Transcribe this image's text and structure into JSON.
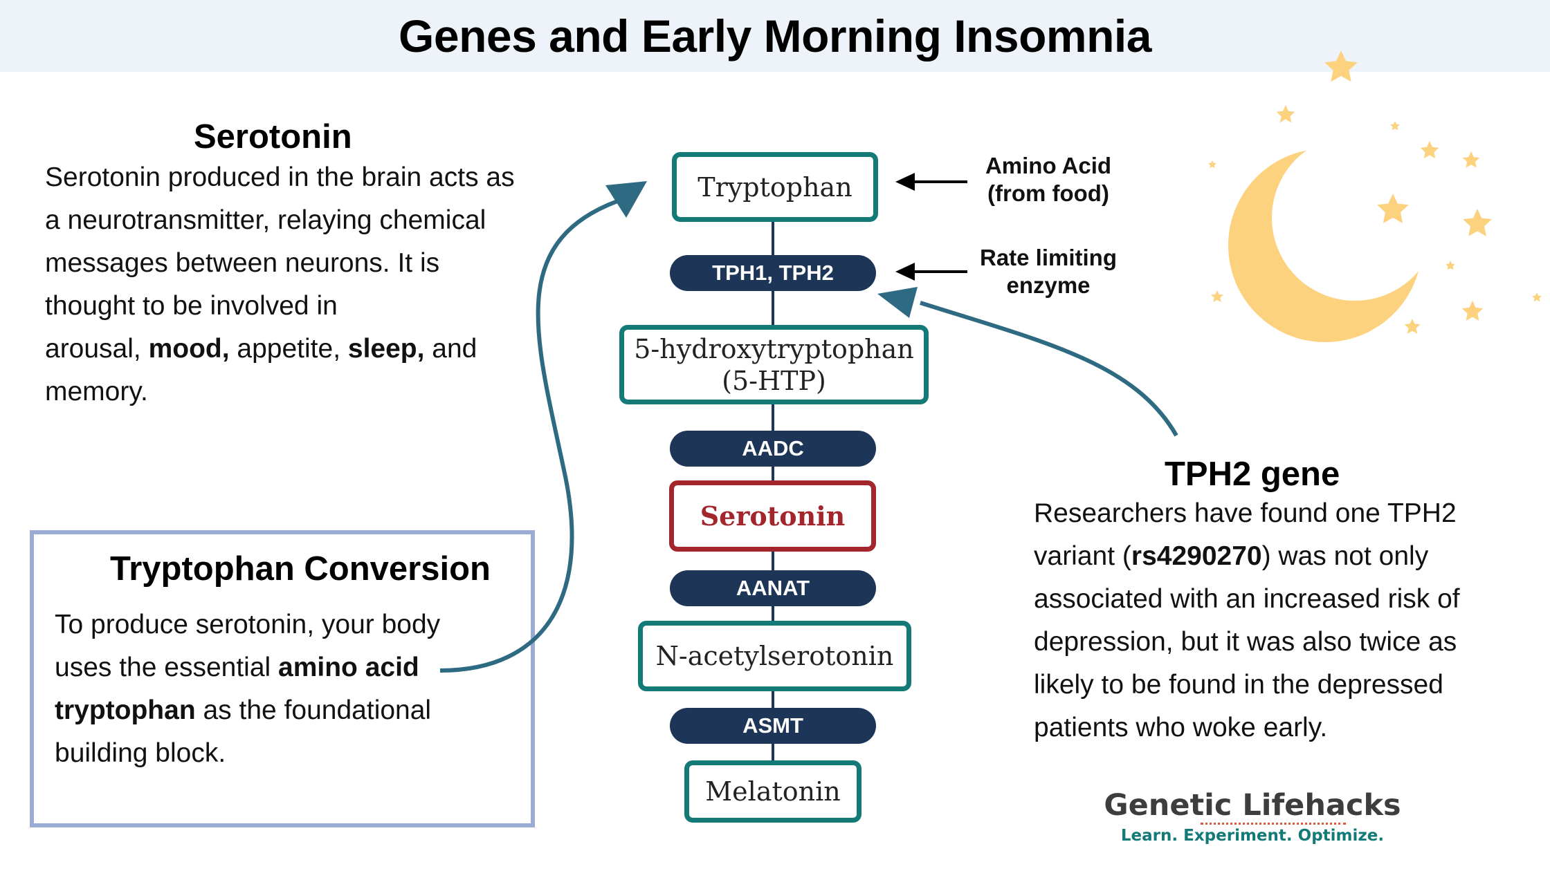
{
  "title": "Genes and Early Morning Insomnia",
  "serotonin_section": {
    "heading": "Serotonin",
    "line1": "Serotonin produced in the brain acts as",
    "line2": "a neurotransmitter, relaying chemical",
    "line3": "messages between neurons. It is",
    "line4": "thought to be involved in",
    "line5_a": "arousal, ",
    "line5_b": "mood,",
    "line5_c": " appetite, ",
    "line5_d": "sleep,",
    "line5_e": " and",
    "line6": "memory."
  },
  "conversion_section": {
    "heading": "Tryptophan Conversion",
    "line1": "To produce serotonin, your body",
    "line2_a": "uses the essential ",
    "line2_b": "amino acid",
    "line3_a": "tryptophan",
    "line3_b": " as the foundational",
    "line4": "building block."
  },
  "pathway": {
    "tryptophan": "Tryptophan",
    "tph": "TPH1, TPH2",
    "htp_line1": "5-hydroxytryptophan",
    "htp_line2": "(5-HTP)",
    "aadc": "AADC",
    "serotonin": "Serotonin",
    "aanat": "AANAT",
    "nacetyl": "N-acetylserotonin",
    "asmt": "ASMT",
    "melatonin": "Melatonin"
  },
  "annotations": {
    "amino_line1": "Amino Acid",
    "amino_line2": "(from food)",
    "rate_line1": "Rate limiting",
    "rate_line2": "enzyme"
  },
  "tph2_section": {
    "heading": "TPH2 gene",
    "line1": "Researchers have found one TPH2",
    "line2_a": "variant (",
    "line2_b": "rs4290270",
    "line2_c": ") was not only",
    "line3": "associated with an increased risk of",
    "line4": "depression, but it was also twice as",
    "line5": "likely to be found in the depressed",
    "line6": "patients who woke early."
  },
  "brand": {
    "name": "Genetic Lifehacks",
    "tagline": "Learn. Experiment. Optimize."
  },
  "colors": {
    "teal": "#137a78",
    "navy": "#1d3557",
    "serotonin_red": "#a3262c",
    "curve_arrow": "#2e6b82",
    "moon": "#fcd27f",
    "title_bg": "#eef2f9",
    "conversion_border": "#9aabd4"
  },
  "icons": [
    "crescent-moon-icon",
    "star-icon",
    "arrow-left-icon",
    "curved-arrow-icon"
  ]
}
